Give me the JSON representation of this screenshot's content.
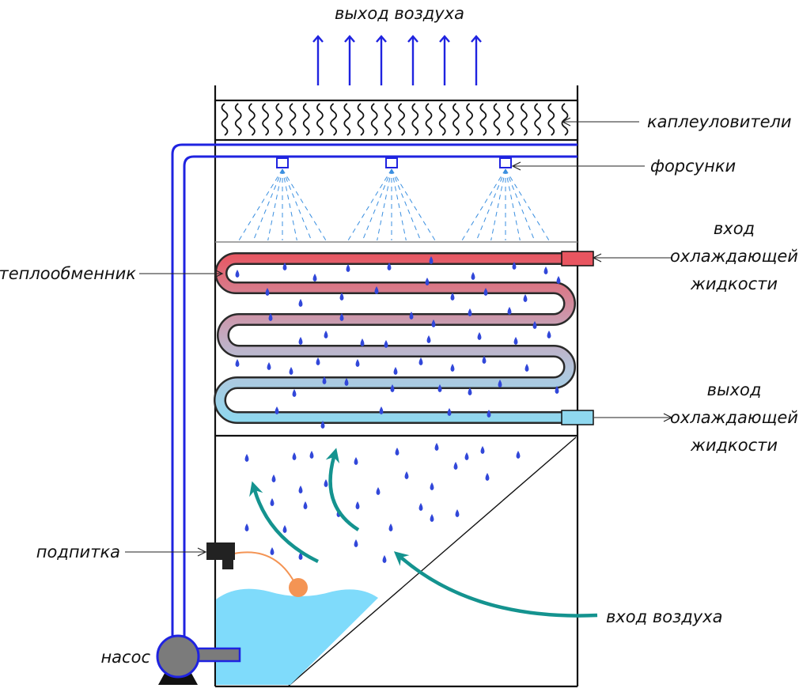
{
  "labels": {
    "air_out": "выход воздуха",
    "drift_eliminators": "каплеуловители",
    "nozzles": "форсунки",
    "heat_exchanger": "теплообменник",
    "coolant_in": [
      "вход",
      "охлаждающей",
      "жидкости"
    ],
    "coolant_out": [
      "выход",
      "охлаждающей",
      "жидкости"
    ],
    "makeup": "подпитка",
    "air_in": "вход воздуха",
    "pump": "насос"
  },
  "colors": {
    "line": "#111111",
    "water_pipe": "#1f23e0",
    "spray": "#3a8fe0",
    "droplets": "#3147d9",
    "air_flow": "#14938f",
    "coil_hot": "#e85560",
    "coil_cold": "#8fd8ef",
    "basin_water": "#7fdbfb",
    "float": "#f49454",
    "pump": "#7b7b7b"
  },
  "icons": {
    "pump": "centrifugal-pump-icon",
    "float_valve": "float-valve-icon"
  }
}
